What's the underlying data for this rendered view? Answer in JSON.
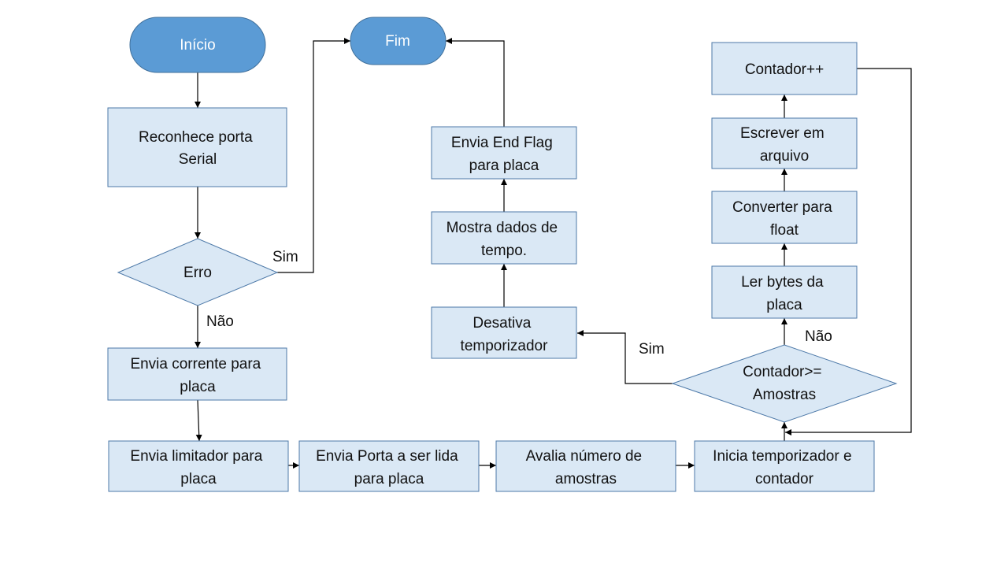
{
  "nodes": {
    "inicio": "Início",
    "fim": "Fim",
    "reconhece": [
      "Reconhece porta",
      "Serial"
    ],
    "erro": "Erro",
    "envia_corrente": [
      "Envia corrente para",
      "placa"
    ],
    "envia_limitador": [
      "Envia limitador para",
      "placa"
    ],
    "envia_porta": [
      "Envia Porta a ser lida",
      "para placa"
    ],
    "avalia": [
      "Avalia número de",
      "amostras"
    ],
    "inicia": [
      "Inicia temporizador e",
      "contador"
    ],
    "contador_cond": [
      "Contador>=",
      "Amostras"
    ],
    "ler_bytes": [
      "Ler bytes da",
      "placa"
    ],
    "converter": [
      "Converter para",
      "float"
    ],
    "escrever": [
      "Escrever em",
      "arquivo"
    ],
    "contador_inc": "Contador++",
    "desativa": [
      "Desativa",
      "temporizador"
    ],
    "mostra": [
      "Mostra dados de",
      "tempo."
    ],
    "envia_end": [
      "Envia End Flag",
      "para placa"
    ]
  },
  "edge_labels": {
    "erro_sim": "Sim",
    "erro_nao": "Não",
    "cond_sim": "Sim",
    "cond_nao": "Não"
  },
  "colors": {
    "process_fill": "#dae8f5",
    "process_stroke": "#4d79a8",
    "terminal_fill": "#5b9bd5",
    "terminal_text": "#ffffff"
  }
}
